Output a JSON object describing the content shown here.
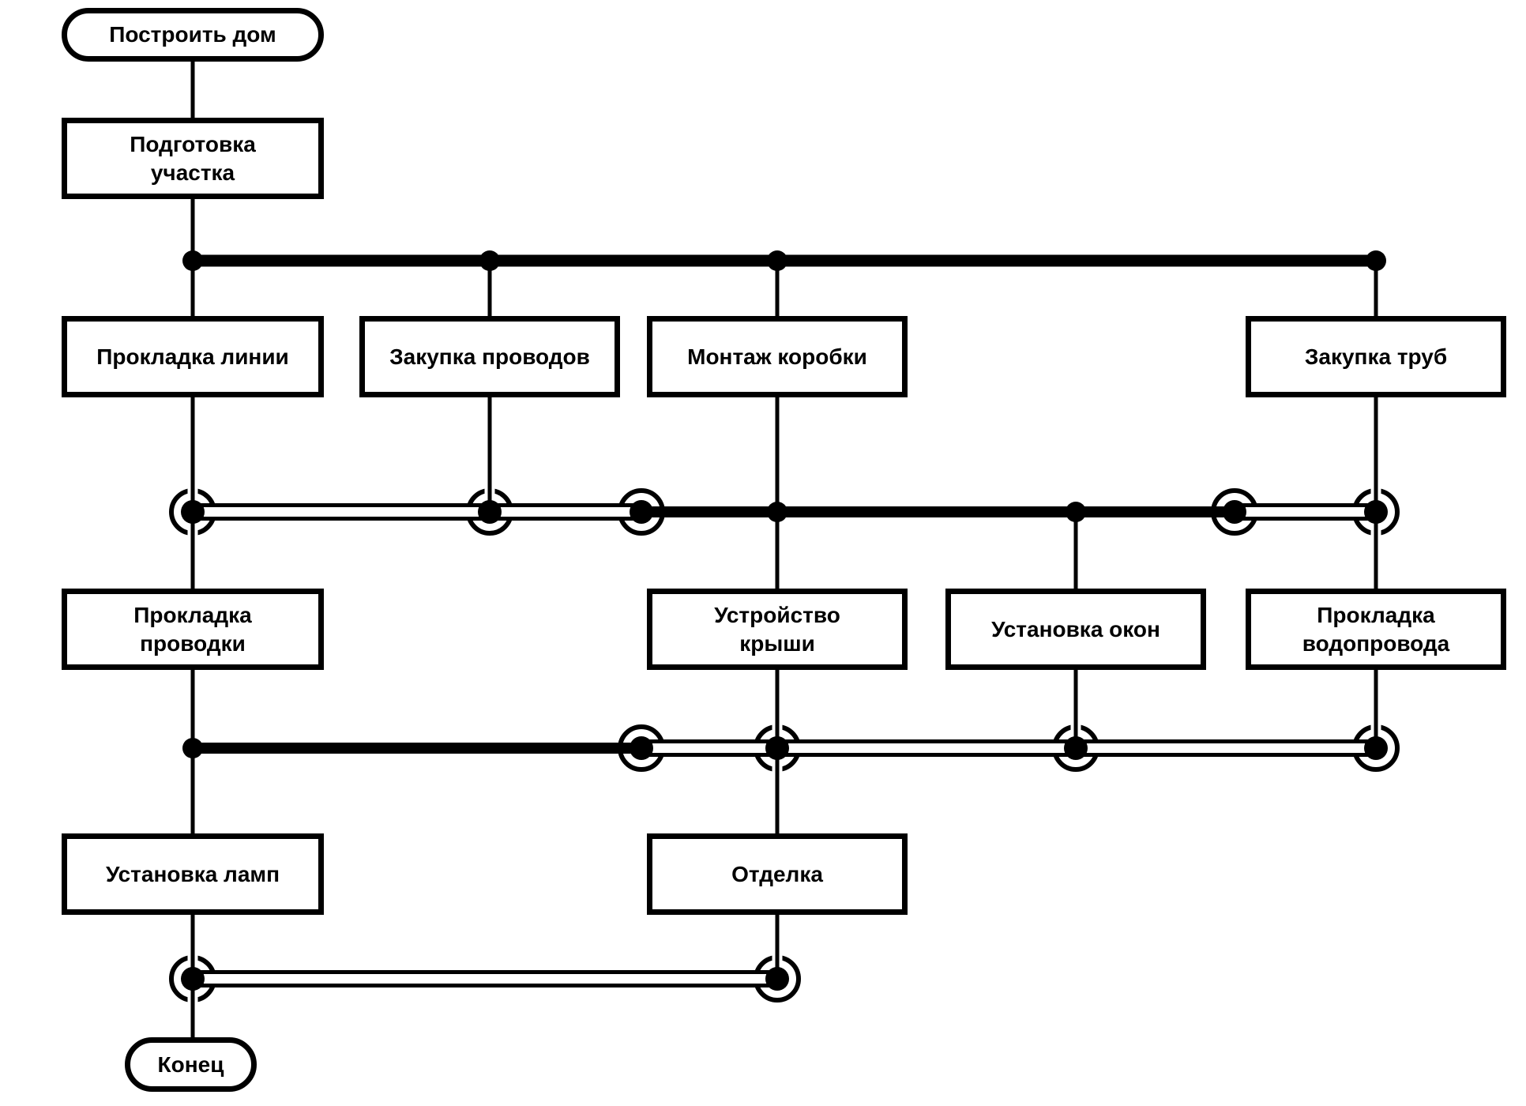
{
  "diagram": {
    "language": "ru",
    "type": "project-network-diagram",
    "colors": {
      "line": "#000000",
      "background": "#ffffff",
      "node_fill": "#ffffff"
    },
    "nodes": {
      "start": {
        "label": "Построить дом"
      },
      "site_prep": {
        "lines": [
          "Подготовка",
          "участка"
        ]
      },
      "line_laying": {
        "label": "Прокладка линии"
      },
      "wire_purchase": {
        "label": "Закупка проводов"
      },
      "box_mounting": {
        "label": "Монтаж коробки"
      },
      "pipe_purchase": {
        "label": "Закупка труб"
      },
      "wiring": {
        "lines": [
          "Прокладка",
          "проводки"
        ]
      },
      "roofing": {
        "lines": [
          "Устройство",
          "крыши"
        ]
      },
      "window_install": {
        "label": "Установка окон"
      },
      "plumbing": {
        "lines": [
          "Прокладка",
          "водопровода"
        ]
      },
      "lamp_install": {
        "label": "Установка ламп"
      },
      "finishing": {
        "label": "Отделка"
      },
      "end": {
        "label": "Конец"
      }
    }
  }
}
